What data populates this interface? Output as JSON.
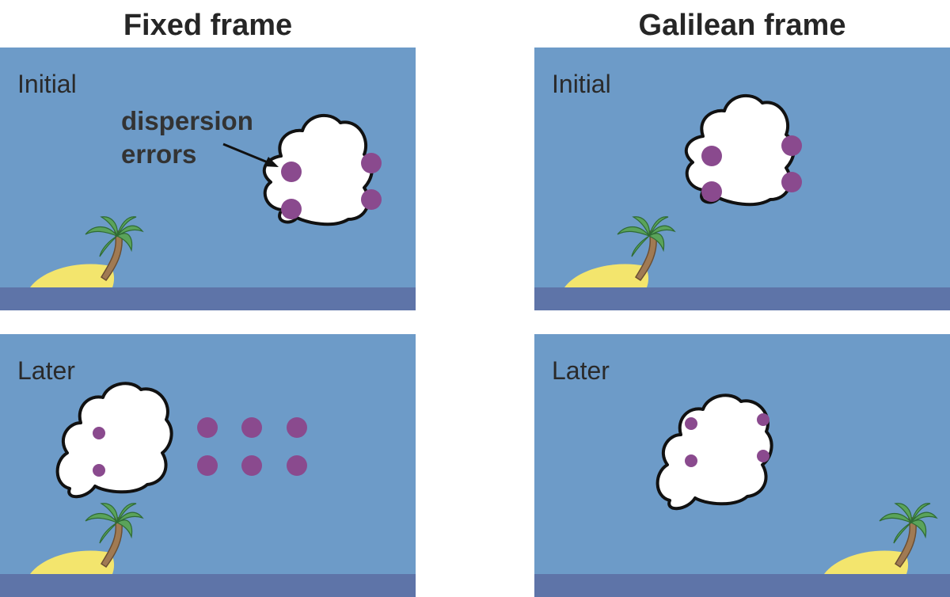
{
  "columns": {
    "fixed": {
      "title": "Fixed frame"
    },
    "galilean": {
      "title": "Galilean frame"
    }
  },
  "panels": {
    "fixed_initial": {
      "label": "Initial"
    },
    "fixed_later": {
      "label": "Later"
    },
    "galilean_initial": {
      "label": "Initial"
    },
    "galilean_later": {
      "label": "Later"
    }
  },
  "annotation": {
    "line1": "dispersion",
    "line2": "errors"
  },
  "colors": {
    "sky": "#6d9bc8",
    "sea": "#5e74a8",
    "cloud": "#ffffff",
    "cloud_outline": "#111111",
    "particle": "#8a4a8e",
    "island": "#f3e56d",
    "palm_trunk": "#a07a53",
    "palm_leaves": "#5aa35a",
    "title_text": "#262626"
  },
  "icons": {
    "tree": "palm-tree-icon",
    "cloud": "cloud-icon",
    "particle": "particle-dot-icon",
    "arrow": "arrow-icon"
  }
}
